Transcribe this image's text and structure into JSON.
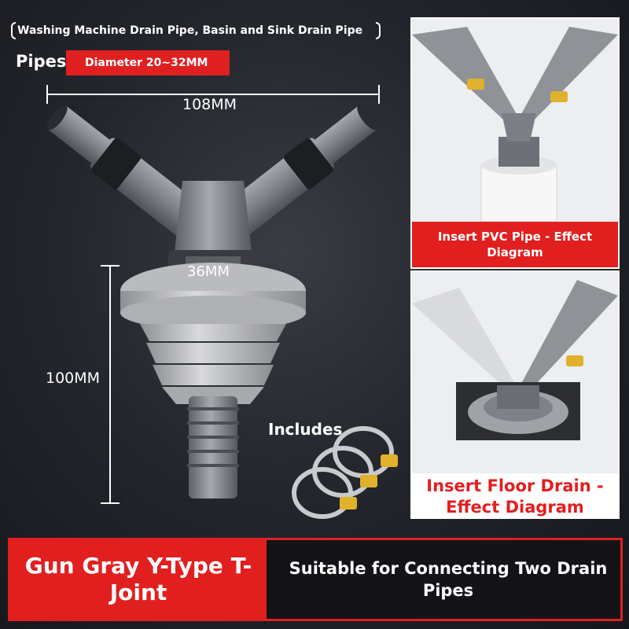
{
  "header": {
    "title": "Washing Machine Drain Pipe, Basin and Sink Drain Pipe",
    "pipes_word": "Pipes",
    "diameter": "Diameter 20~32MM"
  },
  "dimensions": {
    "width": "108MM",
    "neck": "36MM",
    "height": "100MM"
  },
  "panels": {
    "top_caption": "Insert PVC Pipe - Effect Diagram",
    "bottom_caption": "Insert Floor Drain - Effect Diagram"
  },
  "accessories": {
    "includes_label": "Includes"
  },
  "footer": {
    "product_name": "Gun Gray Y-Type T-Joint",
    "description": "Suitable for Connecting Two Drain Pipes"
  },
  "colors": {
    "accent_red": "#e21f1f",
    "pipe_gray": "#8a8d93",
    "base_gray": "#c9cbce",
    "background": "#24262d"
  }
}
